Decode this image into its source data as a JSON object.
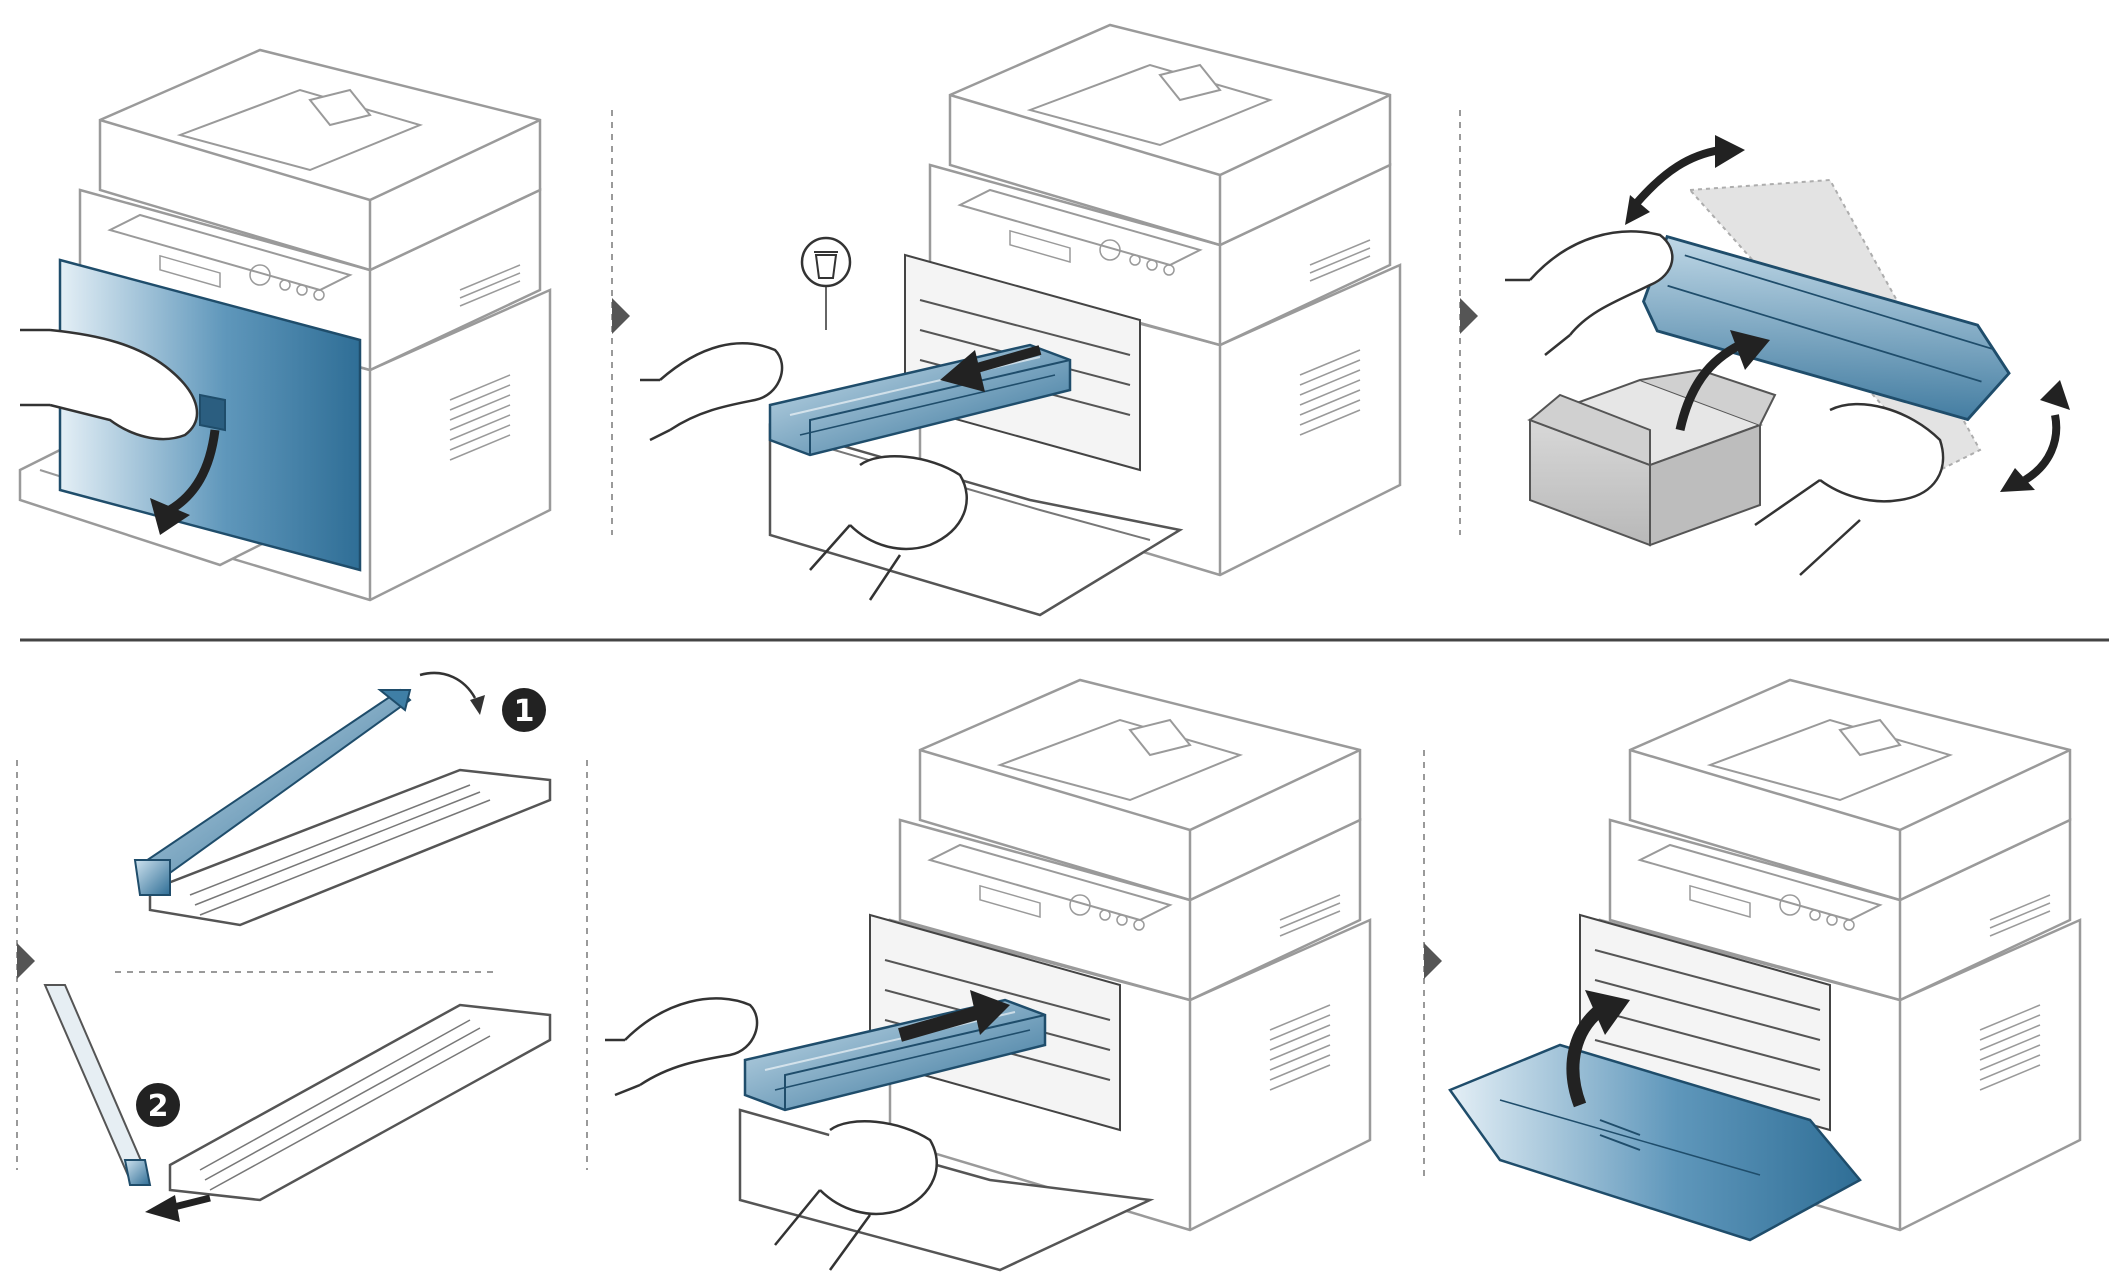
{
  "manual": {
    "procedure": "toner-cartridge-replacement",
    "colors": {
      "line": "#8c8c8c",
      "dark": "#333333",
      "accent": "#3f7fa6",
      "accent_light": "#cfe3ef",
      "box": "#c9c9c9",
      "divider": "#444444",
      "dash": "#9a9a9a"
    },
    "steps": [
      {
        "id": "open-front-cover",
        "icon": "down-arrow-icon"
      },
      {
        "id": "pull-out-cartridge",
        "icon": "right-arrow-icon",
        "symbol": "recycle-bin-icon"
      },
      {
        "id": "unpack-and-shake-cartridge",
        "icon": "curved-arrows-icon"
      },
      {
        "id": "remove-protective-cover",
        "markers": [
          "1",
          "2"
        ]
      },
      {
        "id": "insert-cartridge",
        "icon": "push-arrow-icon"
      },
      {
        "id": "close-front-cover",
        "icon": "up-arrow-icon"
      }
    ],
    "step_markers": {
      "one": "1",
      "two": "2"
    }
  }
}
